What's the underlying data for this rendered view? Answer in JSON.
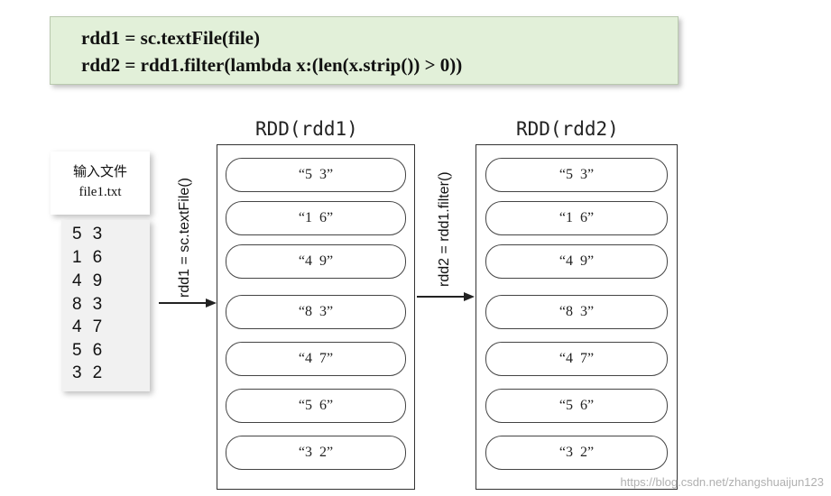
{
  "code": {
    "line1": "rdd1 = sc.textFile(file)",
    "line2": "rdd2 = rdd1.filter(lambda x:(len(x.strip()) > 0))"
  },
  "input_file": {
    "title": "输入文件",
    "filename": "file1.txt",
    "lines": [
      "5  3",
      "1  6",
      "4  9",
      "8  3",
      "4  7",
      "5  6",
      "3  2"
    ]
  },
  "rdd1": {
    "label": "RDD(rdd1)",
    "partitions": [
      "“5  3”",
      "“1  6”",
      "“4  9”",
      "“8  3”",
      "“4  7”",
      "“5  6”",
      "“3  2”"
    ]
  },
  "rdd2": {
    "label": "RDD(rdd2)",
    "partitions": [
      "“5  3”",
      "“1  6”",
      "“4  9”",
      "“8  3”",
      "“4  7”",
      "“5  6”",
      "“3  2”"
    ]
  },
  "arrows": {
    "arrow1_label": "rdd1 = sc.textFile()",
    "arrow2_label": "rdd2 = rdd1.filter()"
  },
  "watermark": "https://blog.csdn.net/zhangshuaijun123"
}
